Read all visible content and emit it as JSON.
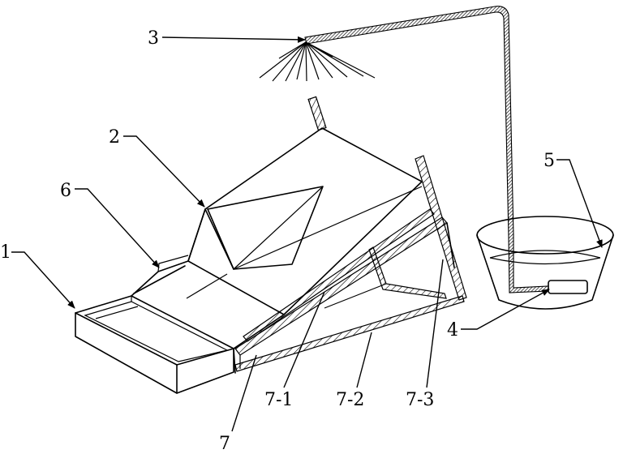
{
  "labels": {
    "l1": "1",
    "l2": "2",
    "l3": "3",
    "l4": "4",
    "l5": "5",
    "l6": "6",
    "l7": "7",
    "l7_1": "7-1",
    "l7_2": "7-2",
    "l7_3": "7-3"
  }
}
